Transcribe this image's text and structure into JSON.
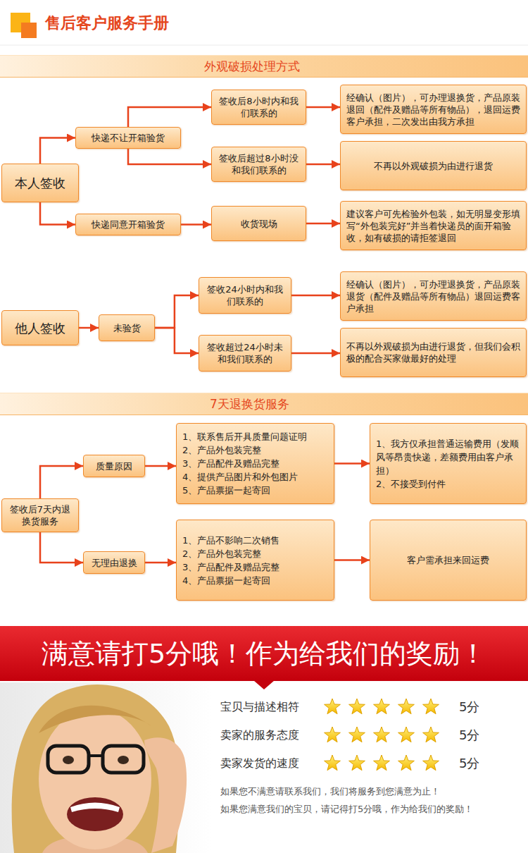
{
  "diagram": {
    "title": "售后客户服务手册",
    "nodes": [
      {
        "text": [
          "外观破损处理方式"
        ]
      },
      {
        "text": [
          "本人签收"
        ]
      },
      {
        "text": [
          "快递不让开箱验货"
        ]
      },
      {
        "text": [
          "签收后8小时内和我们联系的"
        ]
      },
      {
        "text": [
          "经确认（图片），可办理退换货，产品原装退回（配件及赠品等所有物品），退回运费客户承担，二次发出由我方承担"
        ]
      },
      {
        "text": [
          "签收后超过8小时没和我们联系的"
        ]
      },
      {
        "text": [
          "不再以外观破损为由进行退货"
        ]
      },
      {
        "text": [
          "快递同意开箱验货"
        ]
      },
      {
        "text": [
          "收货现场"
        ]
      },
      {
        "text": [
          "建议客户可先检验外包装，如无明显变形填写“外包装完好”并当着快递员的面开箱验收，如有破损的请拒签退回"
        ]
      },
      {
        "text": [
          "他人签收"
        ]
      },
      {
        "text": [
          "未验货"
        ]
      },
      {
        "text": [
          "签收24小时内和我们联系的"
        ]
      },
      {
        "text": [
          "经确认（图片），可办理退换货，产品原装退货（配件及赠品等所有物品）退回运费客户承担"
        ]
      },
      {
        "text": [
          "签收超过24小时未和我们联系的"
        ]
      },
      {
        "text": [
          "不再以外观破损为由进行退货，但我们会积极的配合买家做最好的处理"
        ]
      },
      {
        "text": [
          "7天退换货服务"
        ]
      },
      {
        "text": [
          "签收后7天内退换货服务"
        ]
      },
      {
        "text": [
          "质量原因"
        ]
      },
      {
        "text": [
          "1、联系售后开具质量问题证明",
          "2、产品外包装完整",
          "3、产品配件及赠品完整",
          "4、提供产品图片和外包图片",
          "5、产品票据一起寄回"
        ]
      },
      {
        "text": [
          "1、我方仅承担普通运输费用（发顺风等昂贵快递，差额费用由客户承担）",
          "2、不接受到付件"
        ]
      },
      {
        "text": [
          "无理由退换"
        ]
      },
      {
        "text": [
          "1、产品不影响二次销售",
          "2、产品外包装完整",
          "3、产品配件及赠品完整",
          "4、产品票据一起寄回"
        ]
      },
      {
        "text": [
          "客户需承担来回运费"
        ]
      },
      {
        "text": [
          "满意请打5分哦！作为给我们的奖励！"
        ]
      }
    ],
    "edges": [
      {
        "from": 1,
        "to": 2,
        "arrow": "to"
      },
      {
        "from": 1,
        "to": 7,
        "arrow": "to"
      },
      {
        "from": 2,
        "to": 3,
        "arrow": "to"
      },
      {
        "from": 2,
        "to": 5,
        "arrow": "to"
      },
      {
        "from": 3,
        "to": 4,
        "arrow": "to"
      },
      {
        "from": 5,
        "to": 6,
        "arrow": "to"
      },
      {
        "from": 7,
        "to": 8,
        "arrow": "to"
      },
      {
        "from": 8,
        "to": 9,
        "arrow": "to"
      },
      {
        "from": 10,
        "to": 11,
        "arrow": "to"
      },
      {
        "from": 11,
        "to": 12,
        "arrow": "to"
      },
      {
        "from": 11,
        "to": 14,
        "arrow": "to"
      },
      {
        "from": 12,
        "to": 13,
        "arrow": "to"
      },
      {
        "from": 14,
        "to": 15,
        "arrow": "to"
      },
      {
        "from": 17,
        "to": 18,
        "arrow": "to"
      },
      {
        "from": 17,
        "to": 21,
        "arrow": "to"
      },
      {
        "from": 18,
        "to": 19,
        "arrow": "to"
      },
      {
        "from": 19,
        "to": 20,
        "arrow": "to"
      },
      {
        "from": 21,
        "to": 22,
        "arrow": "to"
      },
      {
        "from": 22,
        "to": 23,
        "arrow": "to"
      }
    ],
    "labels": [
      "宝贝与描述相符",
      "5分",
      "卖家的服务态度",
      "5分",
      "卖家发货的速度",
      "5分",
      "如果您不满意请联系我们，我们将服务到您满意为止！",
      "如果您满意我们的宝贝，请记得打5分哦，作为给我们的奖励！"
    ]
  }
}
